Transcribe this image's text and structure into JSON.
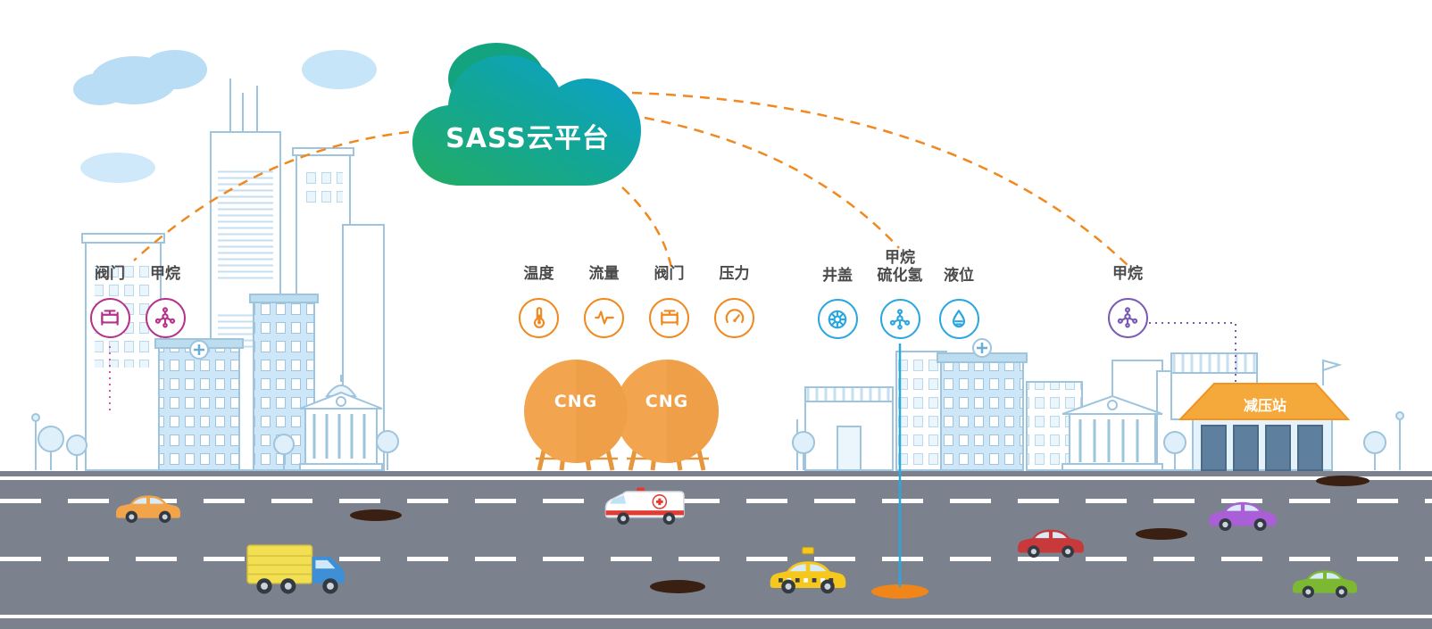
{
  "cloud": {
    "label": "SASS云平台"
  },
  "groups": {
    "city_left": {
      "color": "#b5338a",
      "sensors": [
        {
          "label": "阀门",
          "icon": "valve-icon"
        },
        {
          "label": "甲烷",
          "icon": "molecule-icon"
        }
      ]
    },
    "cng_station": {
      "color": "#f0891f",
      "sensors": [
        {
          "label": "温度",
          "icon": "thermometer-icon"
        },
        {
          "label": "流量",
          "icon": "flow-icon"
        },
        {
          "label": "阀门",
          "icon": "valve-icon"
        },
        {
          "label": "压力",
          "icon": "gauge-icon"
        }
      ]
    },
    "drainage": {
      "color": "#2ba7e0",
      "sensors": [
        {
          "label": "井盖",
          "icon": "manhole-icon"
        },
        {
          "label": "甲烷",
          "label2": "硫化氢",
          "icon": "molecule-icon"
        },
        {
          "label": "液位",
          "icon": "level-icon"
        }
      ]
    },
    "pressure_station": {
      "color": "#7a5ab5",
      "sensors": [
        {
          "label": "甲烷",
          "icon": "molecule-icon"
        }
      ]
    }
  },
  "tanks": {
    "tank1": "CNG",
    "tank2": "CNG"
  },
  "buildings": {
    "pressure_station_label": "减压站"
  },
  "palette": {
    "link_orange": "#f0891f",
    "road_gray": "#7b828e",
    "cloud_green": "#23ac62",
    "cloud_blue": "#0ba0d4",
    "tank_orange": "#f2a44f",
    "skyline_blue": "#9ec4de"
  }
}
